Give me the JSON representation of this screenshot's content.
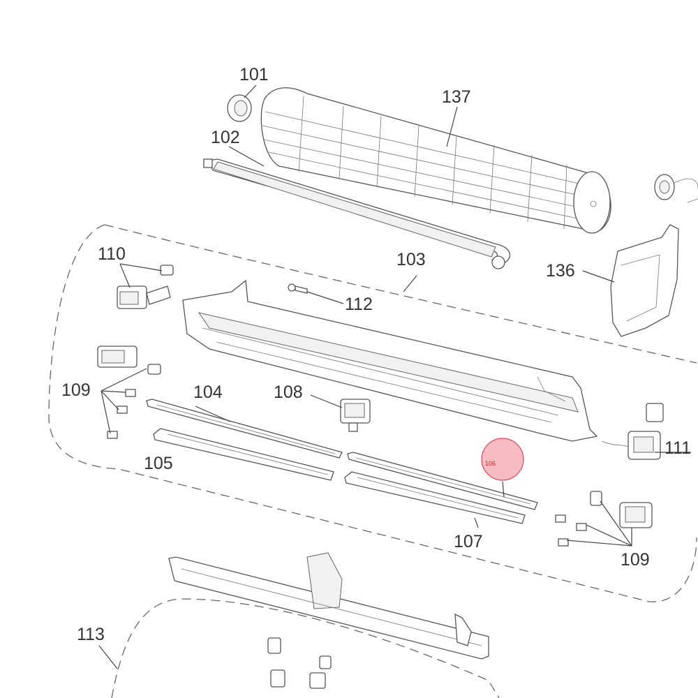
{
  "labels": {
    "p101": "101",
    "p102": "102",
    "p103": "103",
    "p104": "104",
    "p105": "105",
    "p106": "106",
    "p107": "107",
    "p108": "108",
    "p109a": "109",
    "p109b": "109",
    "p110": "110",
    "p111": "111",
    "p112": "112",
    "p113": "113",
    "p136": "136",
    "p137": "137"
  },
  "colors": {
    "hotspot_fill": "#f4a6ad",
    "hotspot_stroke": "#e0485a",
    "line": "#444444"
  }
}
